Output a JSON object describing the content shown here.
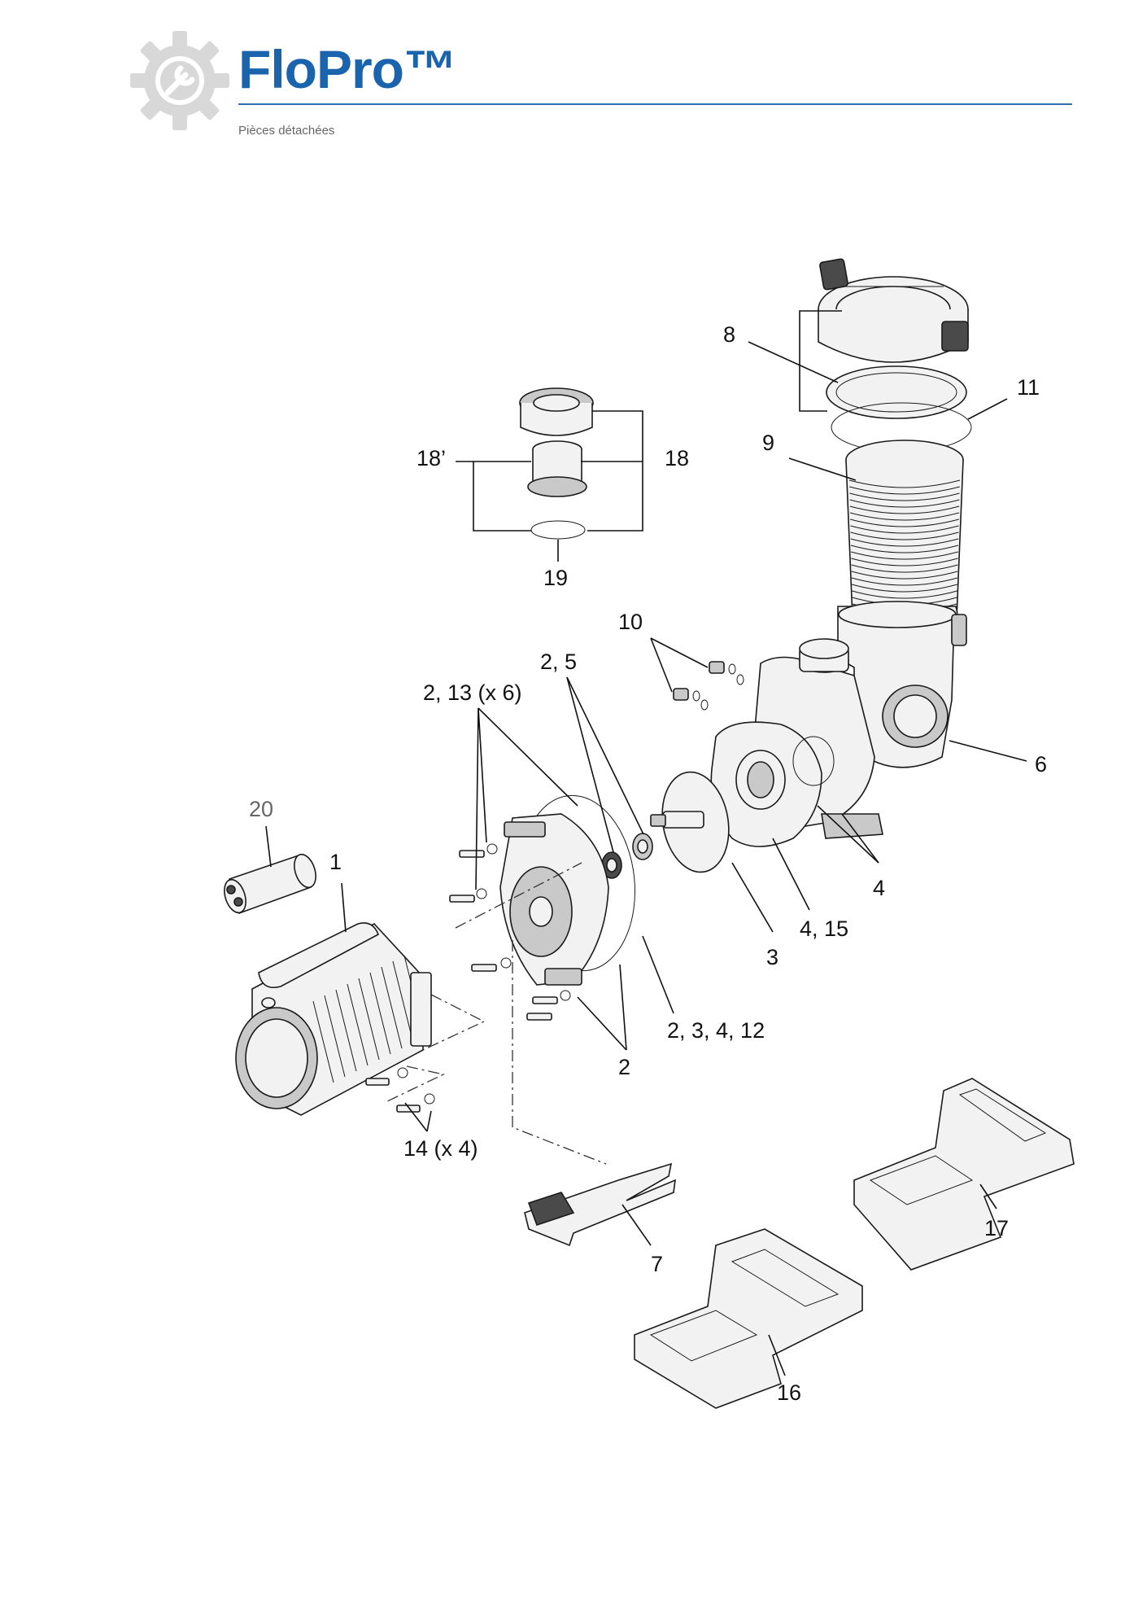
{
  "header": {
    "brand": "FloPro™",
    "subtitle": "Pièces détachées",
    "brand_color": "#1a63ad",
    "icon": "gear-wrench-icon"
  },
  "labels": {
    "p1": "1",
    "p2": "2",
    "p2_5": "2, 5",
    "p2_13": "2, 13 (x 6)",
    "p2_3_4_12": "2, 3, 4, 12",
    "p3": "3",
    "p4": "4",
    "p4_15": "4, 15",
    "p6": "6",
    "p7": "7",
    "p8": "8",
    "p9": "9",
    "p10": "10",
    "p11": "11",
    "p14": "14 (x 4)",
    "p16": "16",
    "p17": "17",
    "p18": "18",
    "p18p": "18’",
    "p19": "19",
    "p20": "20"
  }
}
